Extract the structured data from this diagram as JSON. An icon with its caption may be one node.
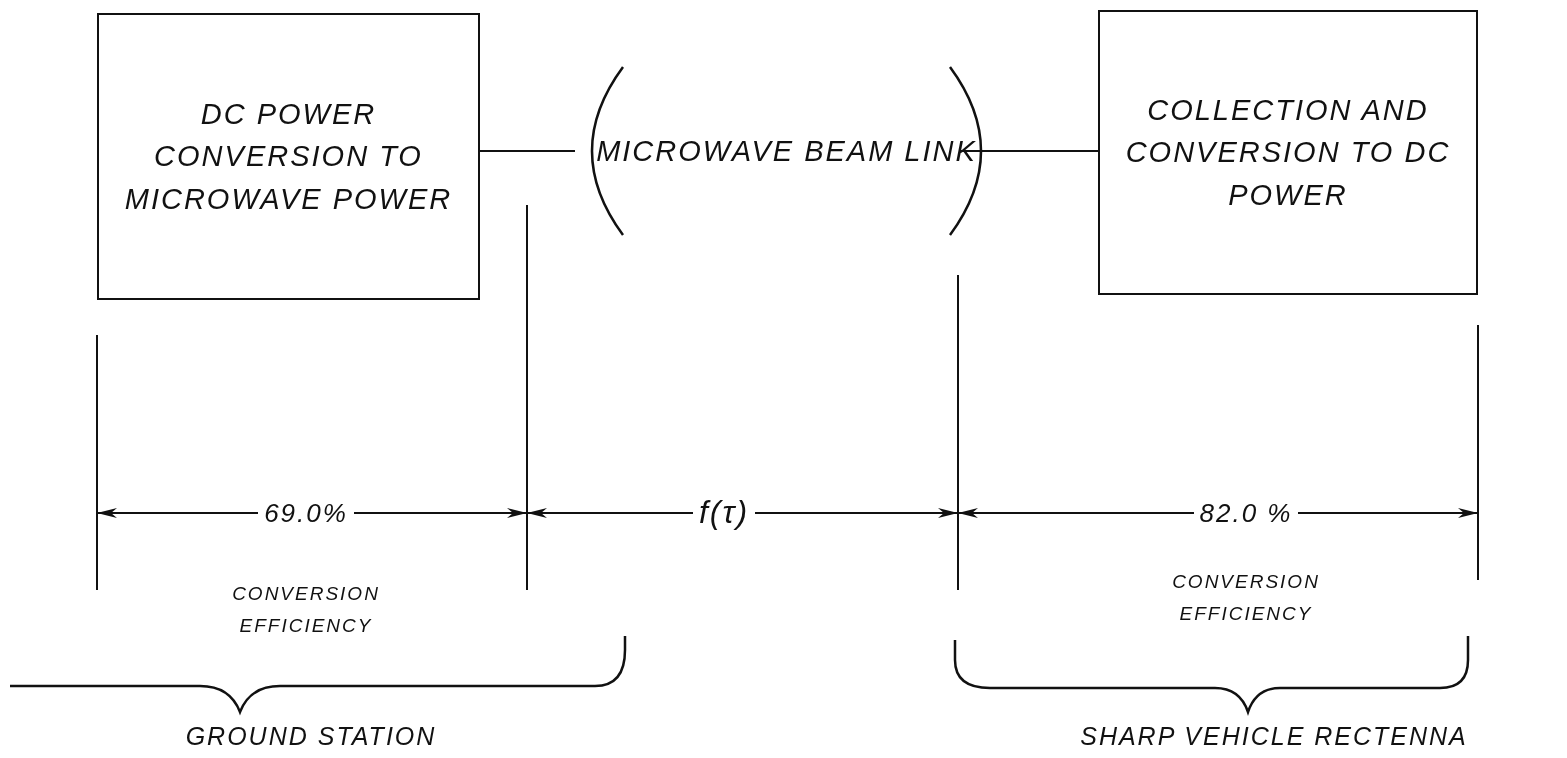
{
  "diagram": {
    "nodes": [
      {
        "text": [
          "DC POWER CONVERSION TO MICROWAVE POWER"
        ]
      },
      {
        "text": [
          "MICROWAVE BEAM LINK"
        ]
      },
      {
        "text": [
          "COLLECTION AND CONVERSION TO DC POWER"
        ]
      }
    ],
    "edges": [
      {
        "from": 0,
        "to": 1,
        "arrow": "none"
      },
      {
        "from": 1,
        "to": 2,
        "arrow": "none"
      }
    ],
    "labels": [
      "69.0%",
      "CONVERSION EFFICIENCY",
      "f(τ)",
      "82.0 %",
      "CONVERSION EFFICIENCY",
      "GROUND STATION",
      "SHARP VEHICLE RECTENNA"
    ]
  }
}
